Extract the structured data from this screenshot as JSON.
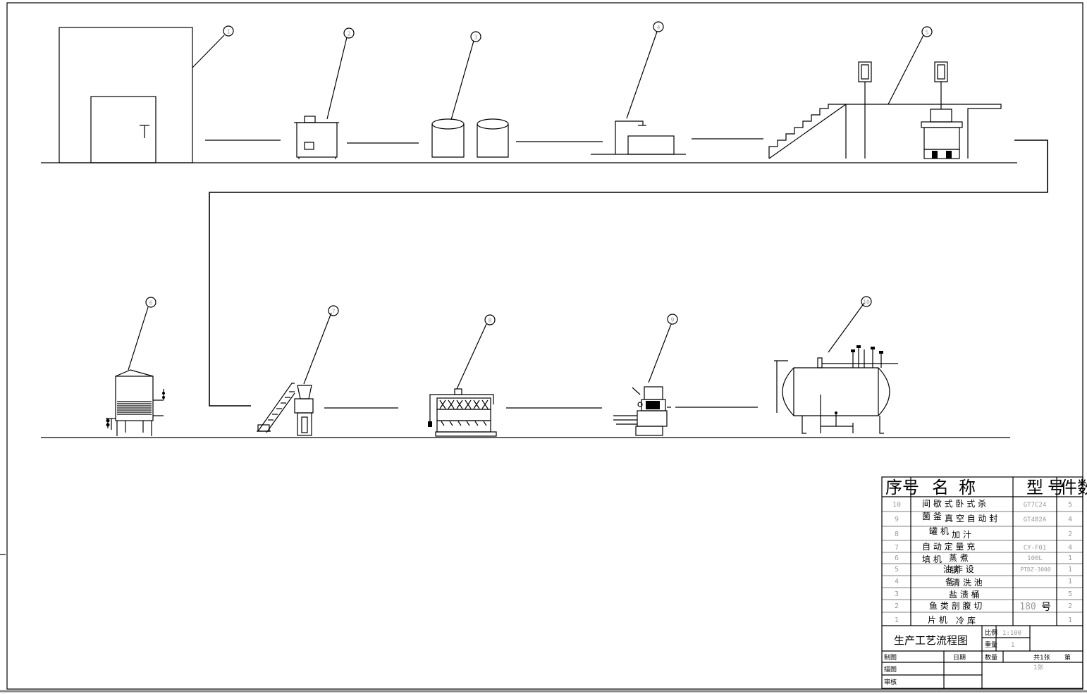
{
  "balloons": [
    "1",
    "2",
    "3",
    "4",
    "5",
    "6",
    "7",
    "8",
    "9",
    "10"
  ],
  "title_block": {
    "headers": {
      "seq": "序号",
      "name": "名称",
      "model": "型号",
      "qty": "件数"
    },
    "parts": [
      {
        "no": "10",
        "name_a": "间 歇 式 卧 式 杀",
        "name_b": "菌 釜",
        "model": "GT7C24",
        "qty": "5"
      },
      {
        "no": "9",
        "name_a": "真 空 自 动 封",
        "name_b": "罐 机",
        "model": "GT4B2A",
        "qty": "4"
      },
      {
        "no": "8",
        "name_a": "加 汁",
        "name_b": "",
        "model": "",
        "qty": "2"
      },
      {
        "no": "7",
        "name_a": "自 动 定 量 充",
        "name_b": "填 机",
        "model": "CY-F01",
        "qty": "4"
      },
      {
        "no": "6",
        "name_a": "蒸 煮",
        "name_b": "锅",
        "model": "100L",
        "qty": "1"
      },
      {
        "no": "5",
        "name_a": "油 炸 设",
        "name_b": "备",
        "model": "PTDZ-3000",
        "qty": "1"
      },
      {
        "no": "4",
        "name_a": "清 洗 池",
        "name_b": "",
        "model": "",
        "qty": "1"
      },
      {
        "no": "3",
        "name_a": "盐 渍 桶",
        "name_b": "",
        "model": "",
        "qty": "5"
      },
      {
        "no": "2",
        "name_a": "鱼 类 剖 腹 切",
        "name_b": "片 机",
        "model": "180",
        "model_suffix": "号",
        "qty": "2"
      },
      {
        "no": "1",
        "name_a": "冷 库",
        "name_b": "",
        "model": "",
        "qty": "1"
      }
    ],
    "drawing_title": "生产工艺流程图",
    "scale_label": "比例",
    "scale_value": "1:100",
    "weight_label": "重量",
    "weight_value": "1",
    "drawn_by": "制图",
    "date_label": "日期",
    "quantity_label": "数量",
    "sheet_total": "共1张",
    "sheet_no_label": "第",
    "sheet_no": "1张",
    "traced_by": "描图",
    "checked_by": "审核"
  }
}
